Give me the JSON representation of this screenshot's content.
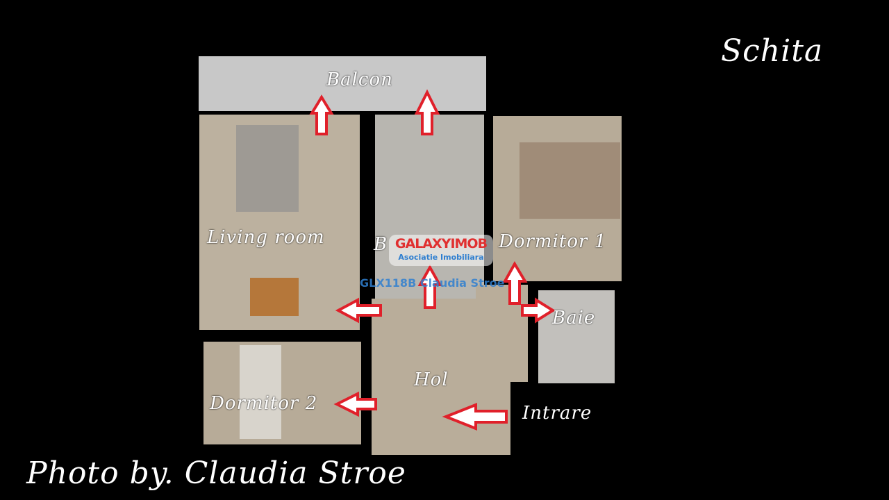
{
  "title": "Schita",
  "credit": "Photo by. Claudia Stroe",
  "rooms": {
    "balcon": "Balcon",
    "living": "Living room",
    "dormitor1": "Dormitor 1",
    "baie": "Baie",
    "hol": "Hol",
    "dormitor2": "Dormitor 2",
    "intrare": "Intrare",
    "kitchen_partial": "B"
  },
  "watermark": {
    "brand": "GALAXYIMOB",
    "subtitle": "Asociatie Imobiliara",
    "code": "GLX118B Claudia Stroe"
  },
  "colors": {
    "arrow": "#e0202a",
    "floor": "#b7ab98",
    "balcony": "#c8c8c8",
    "watermark": "#2f7fd0"
  }
}
